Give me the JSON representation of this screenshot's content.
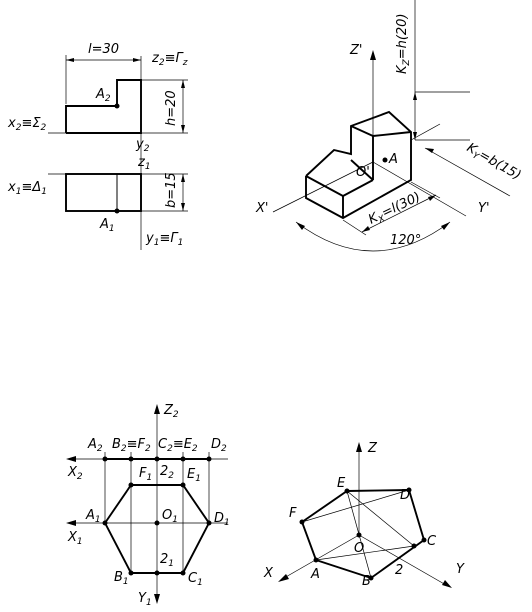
{
  "fig1": {
    "l_label": "l=30",
    "z2": "z",
    "z2_sub": "2",
    "gamma_z": "≡Γ",
    "gamma_z_sub": "z",
    "a2": "A",
    "a2_sub": "2",
    "h_label": "h=20",
    "x2": "x",
    "x2_sub": "2",
    "sigma": "≡Σ",
    "sigma_sub": "2",
    "y2": "y",
    "y2_sub": "2",
    "z1": "z",
    "z1_sub": "1",
    "x1": "x",
    "x1_sub": "1",
    "delta": "≡Δ",
    "delta_sub": "1",
    "b_label": "b=15",
    "a1": "A",
    "a1_sub": "1",
    "y1": "y",
    "y1_sub": "1",
    "gamma1": "≡Γ",
    "gamma1_sub": "1"
  },
  "fig2": {
    "z_axis": "Z'",
    "kz_label": "K",
    "kz_sub": "Z",
    "kz_value": "=h(20)",
    "o_label": "O'",
    "a_label": "A",
    "ky_label": "K",
    "ky_sub": "Y",
    "ky_value": "=b(15)",
    "x_axis": "X'",
    "y_axis": "Y'",
    "kx_label": "K",
    "kx_sub": "X",
    "kx_value": "=l(30)",
    "angle": "120°"
  },
  "fig3": {
    "z2": "Z",
    "z2_sub": "2",
    "a2": "A",
    "a2_sub": "2",
    "bf": "B",
    "bf_sub": "2",
    "bf_eq": "≡F",
    "bf_eq_sub": "2",
    "ce": "C",
    "ce_sub": "2",
    "ce_eq": "≡E",
    "ce_eq_sub": "2",
    "d2": "D",
    "d2_sub": "2",
    "x2": "X",
    "x2_sub": "2",
    "f1": "F",
    "f1_sub": "1",
    "p22": "2",
    "p22_sub": "2",
    "e1": "E",
    "e1_sub": "1",
    "a1": "A",
    "a1_sub": "1",
    "o1": "O",
    "o1_sub": "1",
    "d1": "D",
    "d1_sub": "1",
    "x1": "X",
    "x1_sub": "1",
    "p21": "2",
    "p21_sub": "1",
    "b1": "B",
    "b1_sub": "1",
    "c1": "C",
    "c1_sub": "1",
    "y1": "Y",
    "y1_sub": "1"
  },
  "fig4": {
    "z_axis": "Z",
    "e": "E",
    "d": "D",
    "f": "F",
    "o": "O",
    "c": "C",
    "x_axis": "X",
    "a": "A",
    "b": "B",
    "two": "2",
    "y_axis": "Y"
  }
}
